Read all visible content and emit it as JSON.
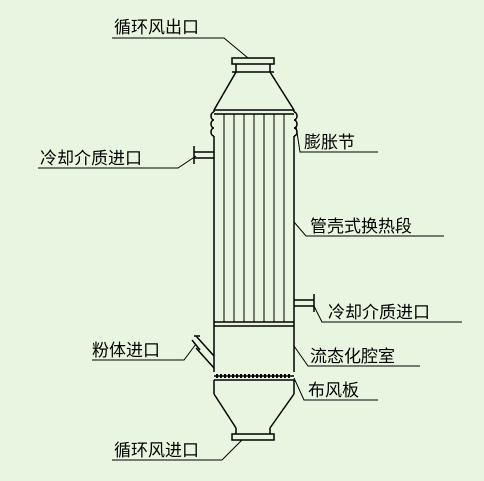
{
  "labels": {
    "circ_air_outlet": "循环风出口",
    "expansion_joint": "膨胀节",
    "coolant_inlet_top": "冷却介质进口",
    "tube_shell_section": "管壳式换热段",
    "coolant_inlet_bottom": "冷却介质进口",
    "powder_inlet": "粉体进口",
    "fluidized_chamber": "流态化腔室",
    "distributor_plate": "布风板",
    "circ_air_inlet": "循环风进口"
  },
  "colors": {
    "background": "#e8f5e0",
    "line": "#000000"
  }
}
